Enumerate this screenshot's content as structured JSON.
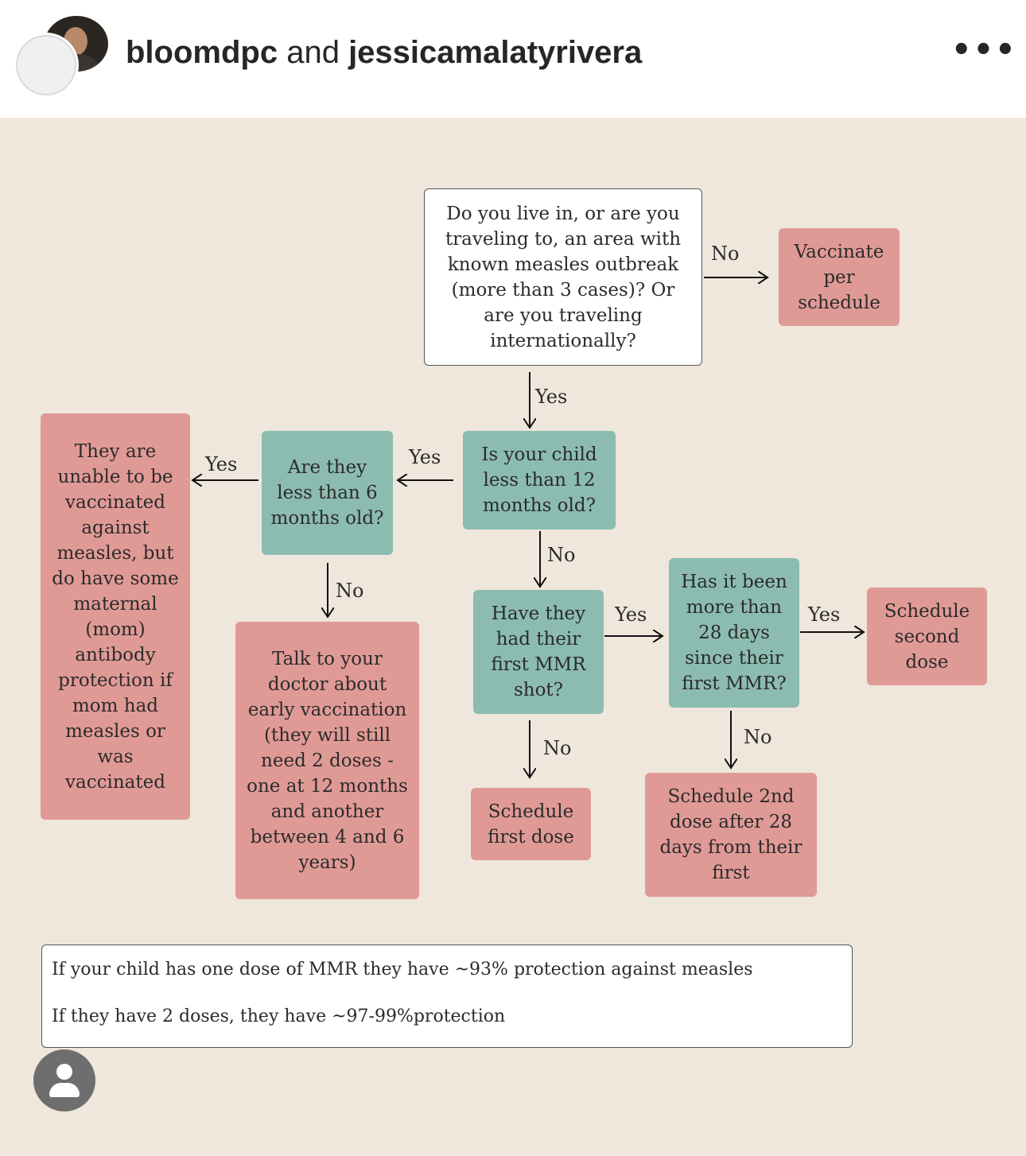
{
  "header": {
    "author1": "bloomdpc",
    "conj": " and ",
    "author2": "jessicamalatyrivera",
    "more": "•••"
  },
  "flow": {
    "q1": "Do you live in, or are you traveling to, an area with known measles outbreak (more than 3 cases)? Or are you traveling internationally?",
    "vaccinate": "Vaccinate per schedule",
    "q2": "Is your child less than 12 months old?",
    "q3": "Are they less than 6 months old?",
    "unable": "They are unable to be vaccinated against measles, but do have some maternal (mom) antibody protection if mom had measles or was vaccinated",
    "talk": "Talk to your doctor about early vaccination (they will still need 2 doses - one at 12 months and another between 4 and 6 years)",
    "q4": "Have they had their first MMR shot?",
    "q5": "Has it been more than 28 days since their first MMR?",
    "second": "Schedule second dose",
    "first": "Schedule first dose",
    "second2": "Schedule 2nd dose after 28 days from their first",
    "yes": "Yes",
    "no": "No"
  },
  "note": {
    "line1": "If your child has one dose of MMR they have ~93% protection against measles",
    "line2": "If they have 2 doses, they have ~97-99%protection"
  },
  "colors": {
    "teal": "#8cbcb0",
    "red": "#e09a96",
    "background": "#efe6dc"
  },
  "icons": {
    "more": "more-options-icon",
    "user": "user-tag-icon"
  }
}
